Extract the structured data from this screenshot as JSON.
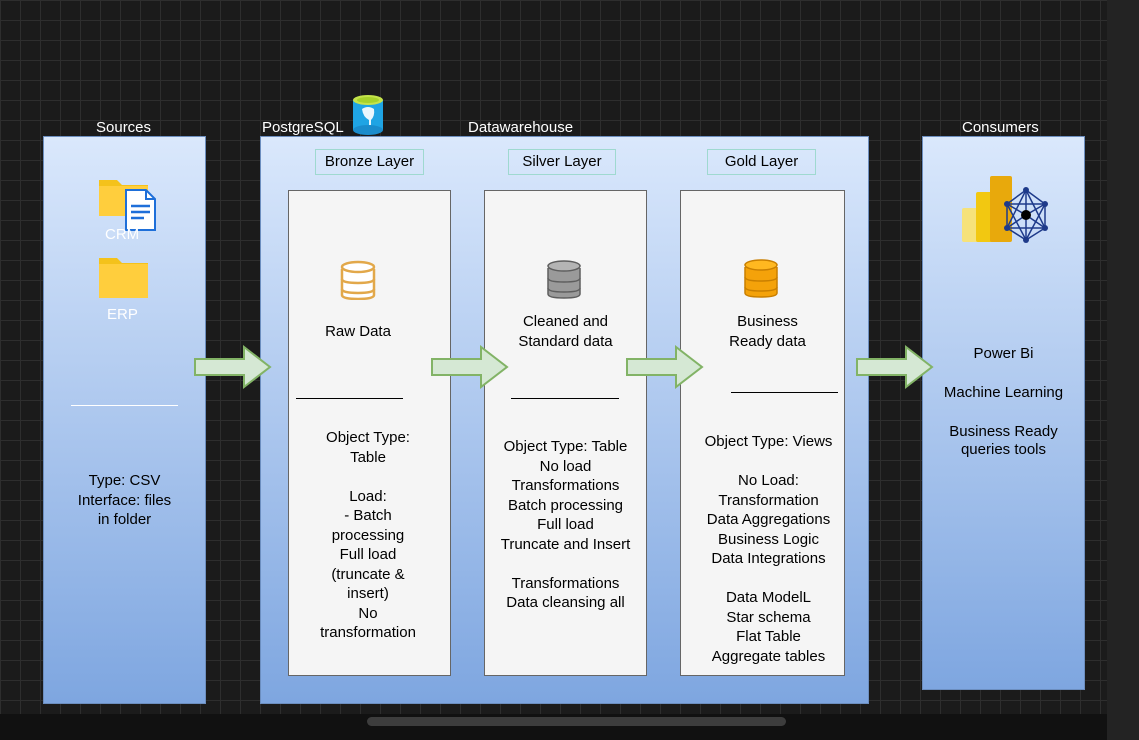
{
  "headers": {
    "sources": "Sources",
    "postgres": "PostgreSQL",
    "warehouse": "Datawarehouse",
    "consumers": "Consumers"
  },
  "sources": {
    "crm": "CRM",
    "erp": "ERP",
    "details": "Type: CSV\nInterface: files\nin folder"
  },
  "layers": {
    "bronze": {
      "label": "Bronze Layer",
      "title": "Raw Data",
      "details": "Object Type:\nTable\n\nLoad:\n- Batch\nprocessing\nFull load\n(truncate &\ninsert)\nNo\ntransformation"
    },
    "silver": {
      "label": "Silver Layer",
      "title": "Cleaned and\nStandard data",
      "details": "Object Type: Table\nNo load\nTransformations\nBatch processing\nFull load\nTruncate and Insert\n\nTransformations\nData cleansing all"
    },
    "gold": {
      "label": "Gold Layer",
      "title": "Business\nReady data",
      "details": "Object Type: Views\n\nNo Load:\nTransformation\nData Aggregations\nBusiness Logic\nData Integrations\n\nData ModelL\nStar schema\nFlat Table\nAggregate tables"
    }
  },
  "consumers": {
    "items": [
      "Power Bi",
      "Machine Learning",
      "Business Ready\nqueries tools"
    ]
  },
  "colors": {
    "panel_top": "#dae8fc",
    "panel_bottom": "#7ea6e0",
    "arrow_fill": "#d5e8d4",
    "arrow_stroke": "#82b366",
    "bronze_db": "#e2a84a",
    "silver_db": "#8c8c8c",
    "gold_db": "#f4a20a",
    "folder": "#f4c21b"
  }
}
